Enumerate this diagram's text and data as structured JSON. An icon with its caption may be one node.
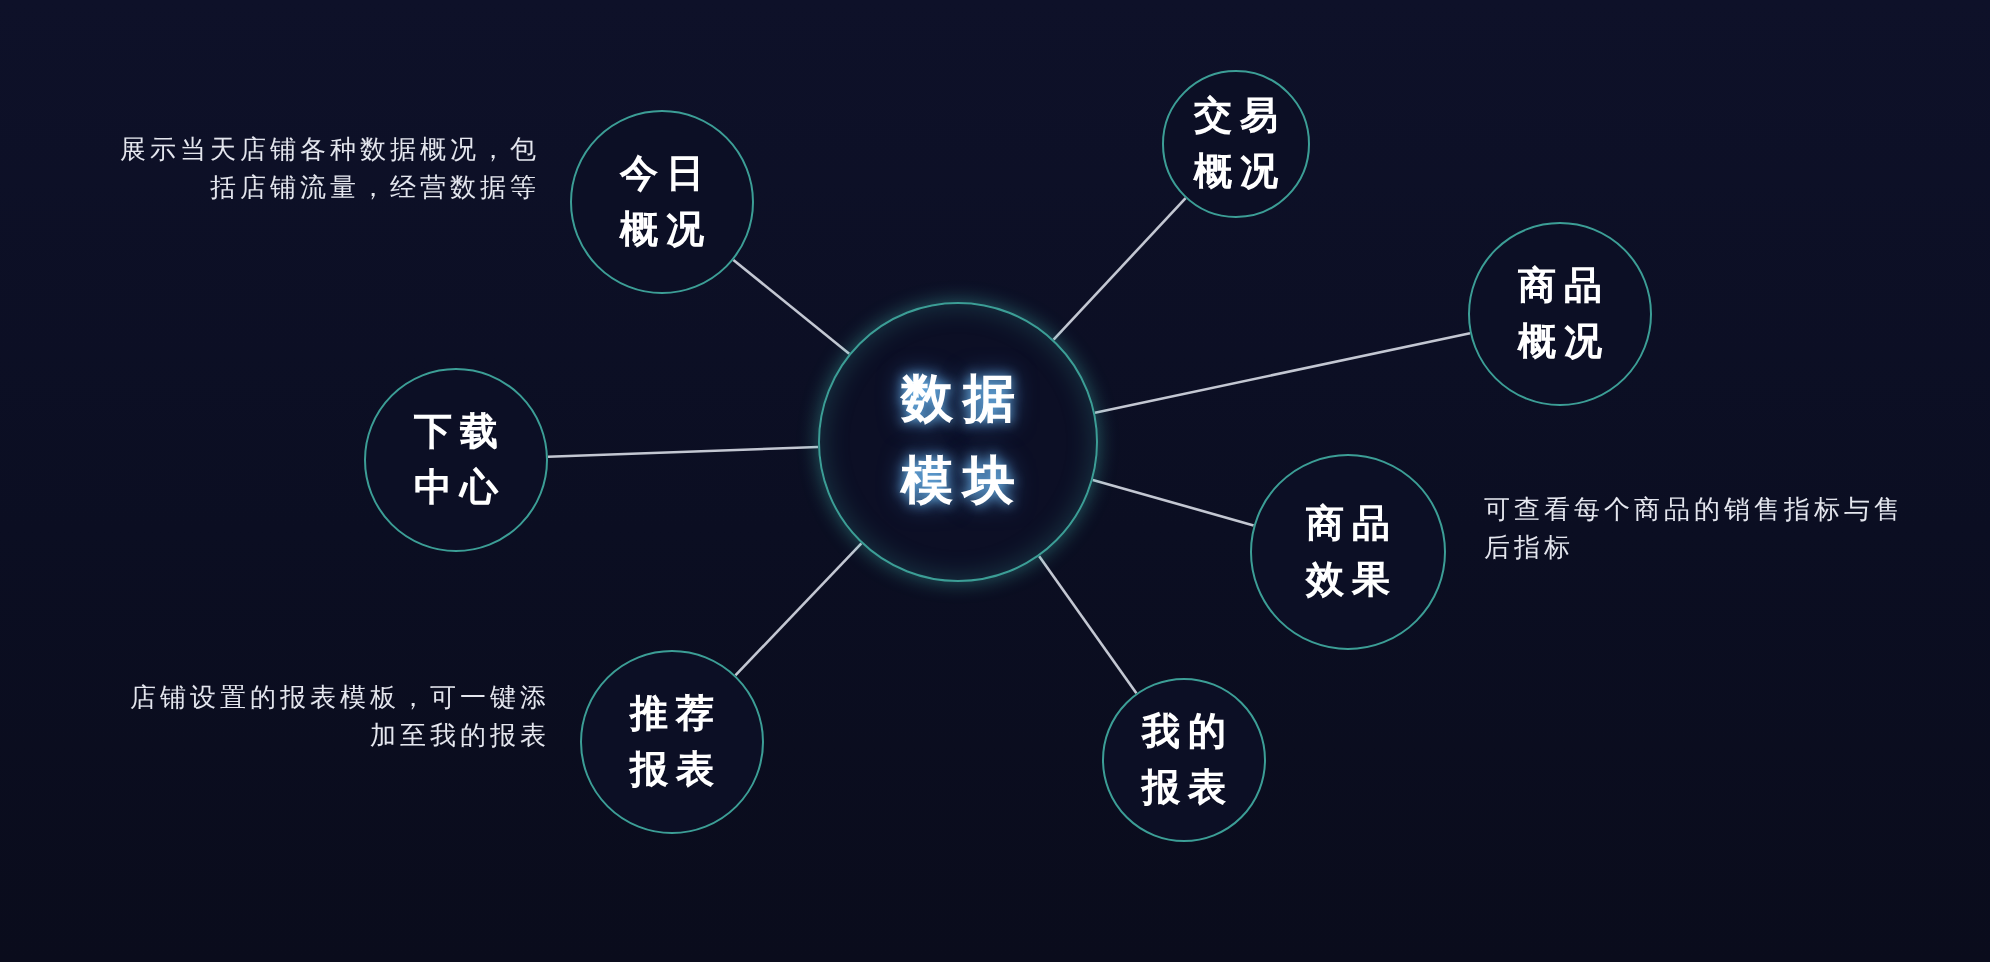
{
  "diagram": {
    "nodes": [
      {
        "text": [
          "数据模块"
        ]
      },
      {
        "text": [
          "今日概况"
        ],
        "beside": [
          "展示当天店铺各种数据概况，包括店铺流量，经营数据等"
        ]
      },
      {
        "text": [
          "交易概况"
        ]
      },
      {
        "text": [
          "商品概况"
        ]
      },
      {
        "text": [
          "下载中心"
        ]
      },
      {
        "text": [
          "商品效果"
        ],
        "beside": [
          "可查看每个商品的销售指标与售后指标"
        ]
      },
      {
        "text": [
          "推荐报表"
        ],
        "beside": [
          "店铺设置的报表模板，可一键添加至我的报表"
        ]
      },
      {
        "text": [
          "我的报表"
        ]
      }
    ],
    "edges": [
      {
        "from": 0,
        "to": 1,
        "arrow": "none"
      },
      {
        "from": 0,
        "to": 2,
        "arrow": "none"
      },
      {
        "from": 0,
        "to": 3,
        "arrow": "none"
      },
      {
        "from": 0,
        "to": 4,
        "arrow": "none"
      },
      {
        "from": 0,
        "to": 5,
        "arrow": "none"
      },
      {
        "from": 0,
        "to": 6,
        "arrow": "none"
      },
      {
        "from": 0,
        "to": 7,
        "arrow": "none"
      }
    ]
  }
}
